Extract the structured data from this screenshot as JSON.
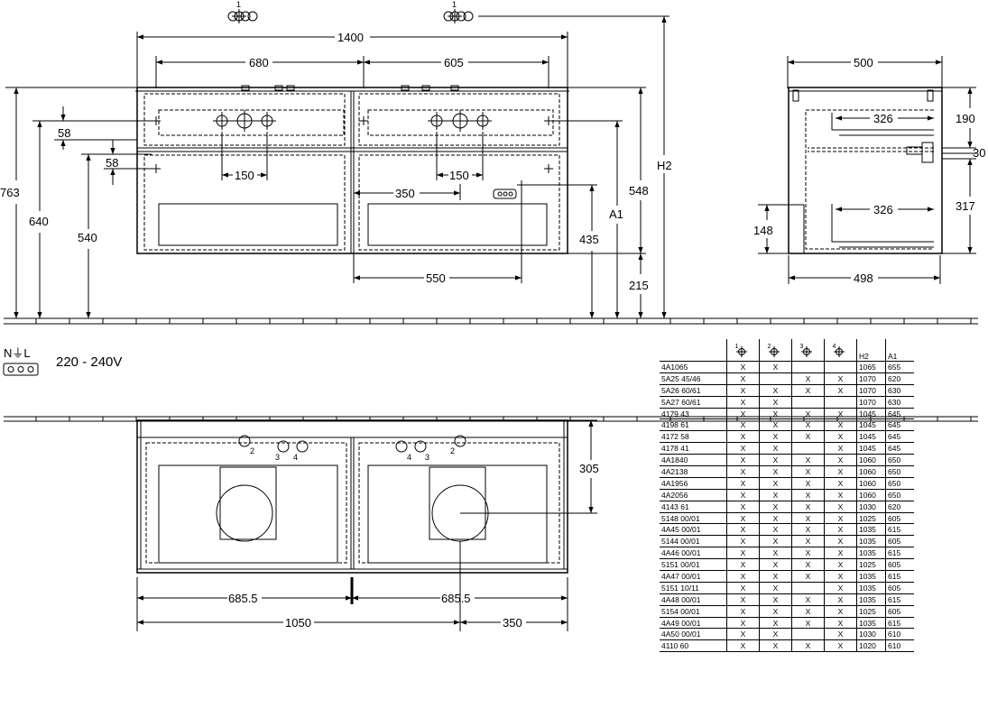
{
  "front": {
    "tap_label_1": "1",
    "tap_label_2": "1",
    "d1400": "1400",
    "d680": "680",
    "d605": "605",
    "d763": "763",
    "d640": "640",
    "d540": "540",
    "d58a": "58",
    "d58b": "58",
    "d150a": "150",
    "d150b": "150",
    "d350": "350",
    "d550": "550",
    "d435": "435",
    "dA1": "A1",
    "d548": "548",
    "dH2": "H2",
    "d215": "215"
  },
  "side": {
    "d500": "500",
    "d326a": "326",
    "d326b": "326",
    "d190": "190",
    "d30": "30",
    "d317": "317",
    "d148": "148",
    "d498": "498"
  },
  "electrical": {
    "nel": "N⏚L",
    "voltage": "220 - 240V"
  },
  "top": {
    "h2": "2",
    "h3a": "3",
    "h4a": "4",
    "h4b": "4",
    "h3b": "3",
    "h2b": "2",
    "d305": "305",
    "d6855a": "685.5",
    "d6855b": "685.5",
    "d1050": "1050",
    "d350": "350"
  },
  "table": {
    "headers": [
      "1",
      "2",
      "3",
      "4",
      "H2",
      "A1"
    ],
    "rows": [
      [
        "4A1065",
        "X",
        "X",
        "",
        "",
        "1065",
        "655"
      ],
      [
        "5A25 45/46",
        "X",
        "",
        "X",
        "X",
        "1070",
        "620"
      ],
      [
        "5A26 60/61",
        "X",
        "X",
        "X",
        "X",
        "1070",
        "630"
      ],
      [
        "5A27 60/61",
        "X",
        "X",
        "",
        "",
        "1070",
        "630"
      ],
      [
        "4179 43",
        "X",
        "X",
        "X",
        "X",
        "1045",
        "645"
      ],
      [
        "4198 61",
        "X",
        "X",
        "X",
        "X",
        "1045",
        "645"
      ],
      [
        "4172 58",
        "X",
        "X",
        "X",
        "X",
        "1045",
        "645"
      ],
      [
        "4178 41",
        "X",
        "X",
        "",
        "X",
        "1045",
        "645"
      ],
      [
        "4A1840",
        "X",
        "X",
        "X",
        "X",
        "1060",
        "650"
      ],
      [
        "4A2138",
        "X",
        "X",
        "X",
        "X",
        "1060",
        "650"
      ],
      [
        "4A1956",
        "X",
        "X",
        "X",
        "X",
        "1060",
        "650"
      ],
      [
        "4A2056",
        "X",
        "X",
        "X",
        "X",
        "1060",
        "650"
      ],
      [
        "4143 61",
        "X",
        "X",
        "X",
        "X",
        "1030",
        "620"
      ],
      [
        "5148 00/01",
        "X",
        "X",
        "X",
        "X",
        "1025",
        "605"
      ],
      [
        "4A45 00/01",
        "X",
        "X",
        "X",
        "X",
        "1035",
        "615"
      ],
      [
        "5144 00/01",
        "X",
        "X",
        "X",
        "X",
        "1035",
        "605"
      ],
      [
        "4A46 00/01",
        "X",
        "X",
        "X",
        "X",
        "1035",
        "615"
      ],
      [
        "5151 00/01",
        "X",
        "X",
        "X",
        "X",
        "1025",
        "605"
      ],
      [
        "4A47 00/01",
        "X",
        "X",
        "X",
        "X",
        "1035",
        "615"
      ],
      [
        "5151 10/11",
        "X",
        "X",
        "",
        "X",
        "1035",
        "605"
      ],
      [
        "4A48 00/01",
        "X",
        "X",
        "X",
        "X",
        "1035",
        "615"
      ],
      [
        "5154 00/01",
        "X",
        "X",
        "X",
        "X",
        "1025",
        "605"
      ],
      [
        "4A49 00/01",
        "X",
        "X",
        "X",
        "X",
        "1035",
        "615"
      ],
      [
        "4A50 00/01",
        "X",
        "X",
        "",
        "X",
        "1030",
        "610"
      ],
      [
        "4110 60",
        "X",
        "X",
        "X",
        "X",
        "1020",
        "610"
      ]
    ]
  }
}
